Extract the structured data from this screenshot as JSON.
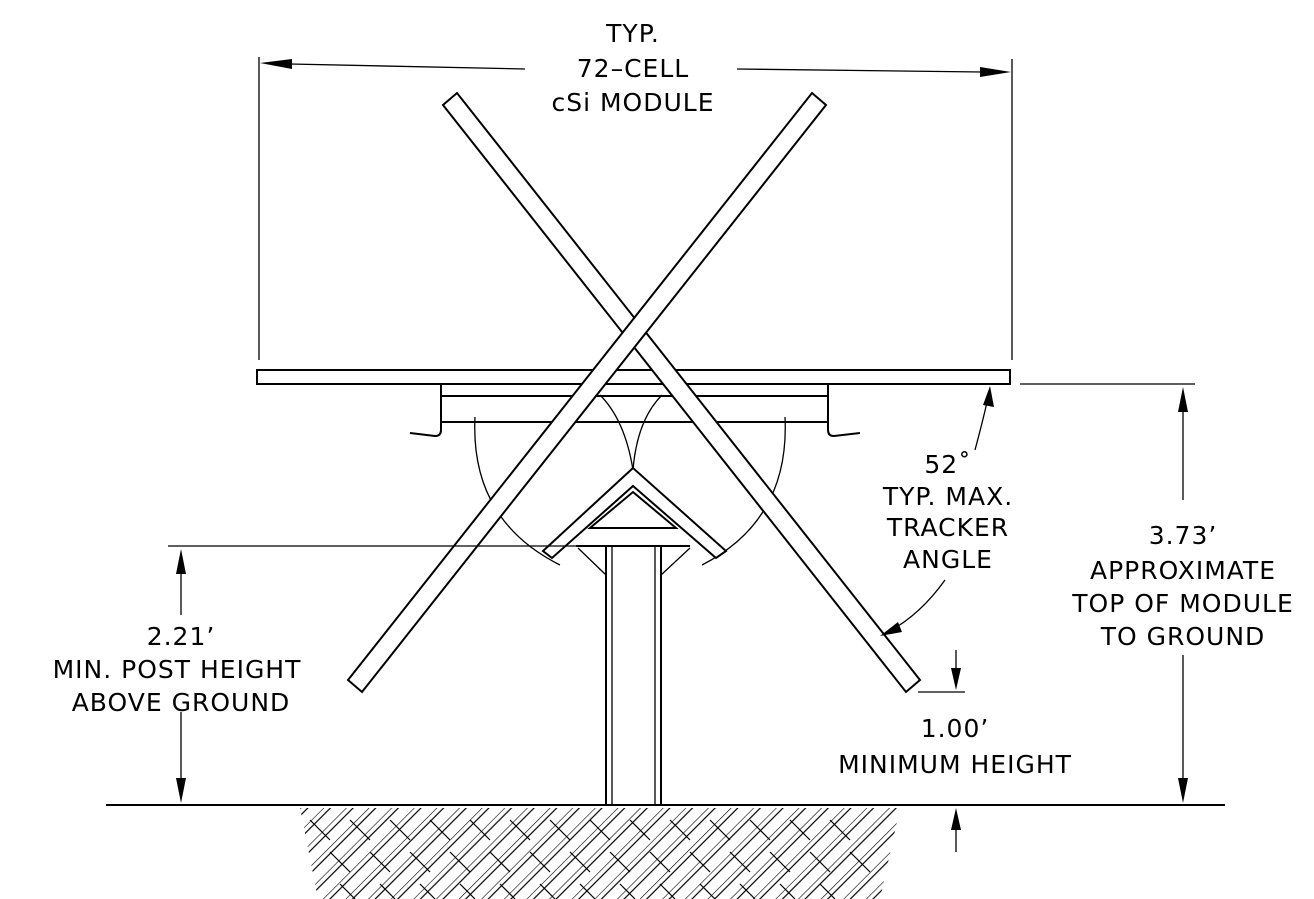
{
  "labels": {
    "module": [
      "TYP.",
      "72–CELL",
      "cSi MODULE"
    ],
    "tracker_angle": [
      "52˚",
      "TYP. MAX.",
      "TRACKER",
      "ANGLE"
    ],
    "top_height": [
      "3.73’",
      "APPROXIMATE",
      "TOP OF MODULE",
      "TO GROUND"
    ],
    "post_height": [
      "2.21’",
      "MIN. POST HEIGHT",
      "ABOVE GROUND"
    ],
    "min_height": [
      "1.00’",
      "MINIMUM HEIGHT"
    ]
  }
}
